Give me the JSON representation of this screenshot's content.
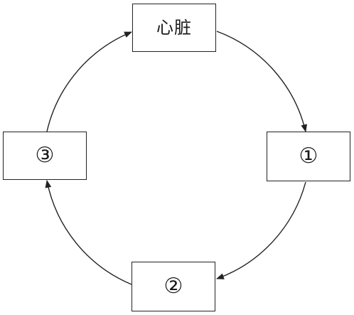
{
  "diagram": {
    "nodes": {
      "heart": "心脏",
      "n1": "①",
      "n2": "②",
      "n3": "③"
    },
    "edges": [
      {
        "from": "heart",
        "to": "n1"
      },
      {
        "from": "n1",
        "to": "n2"
      },
      {
        "from": "n2",
        "to": "n3"
      },
      {
        "from": "n3",
        "to": "heart"
      }
    ],
    "colors": {
      "line": "#222222",
      "text": "#1a1a1a",
      "background": "#ffffff"
    }
  }
}
